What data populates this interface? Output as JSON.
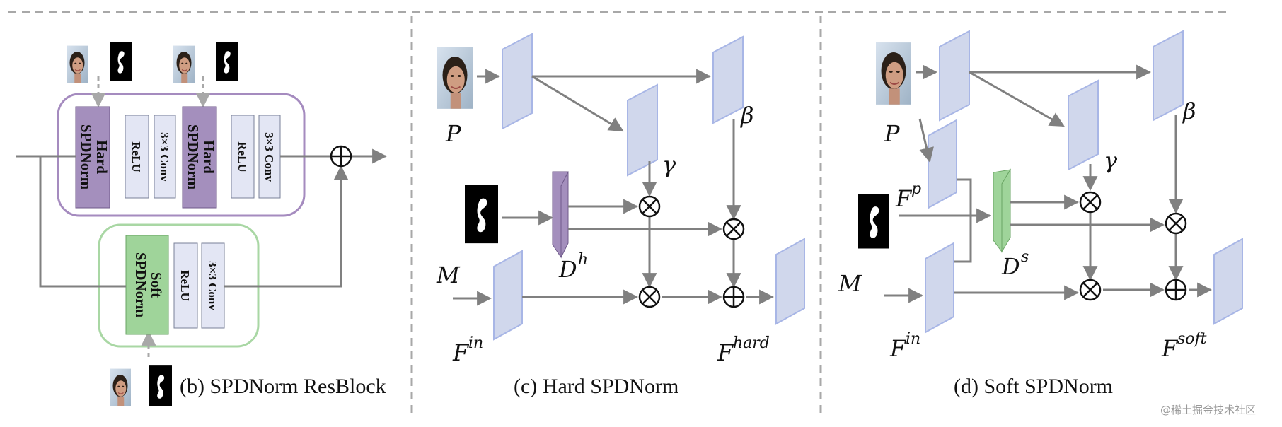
{
  "captions": {
    "b": "(b) SPDNorm ResBlock",
    "c": "(c) Hard SPDNorm",
    "d": "(d) Soft SPDNorm"
  },
  "block_labels": {
    "hard_1": "Hard",
    "hard_2": "SPDNorm",
    "soft_1": "Soft",
    "soft_2": "SPDNorm",
    "relu": "ReLU",
    "conv": "3×3 Conv"
  },
  "symbols": {
    "P": "P",
    "M": "M",
    "F": "F",
    "D": "D",
    "beta": "β",
    "gamma": "γ",
    "sup_in": "in",
    "sup_hard": "hard",
    "sup_soft": "soft",
    "sup_h": "h",
    "sup_s": "s",
    "sup_p": "p",
    "otimes": "⊗",
    "oplus": "⊕"
  },
  "watermark": "@稀土掘金技术社区",
  "colors": {
    "hard_block": "#a48fbd",
    "soft_block": "#9fd49a",
    "hard_frame": "#a58bbf",
    "soft_frame": "#a9d7a4",
    "feature_map": "#d0d7ec",
    "light_block": "#e3e6f4",
    "arrow": "#808080",
    "dashed": "#a8a8a8"
  }
}
